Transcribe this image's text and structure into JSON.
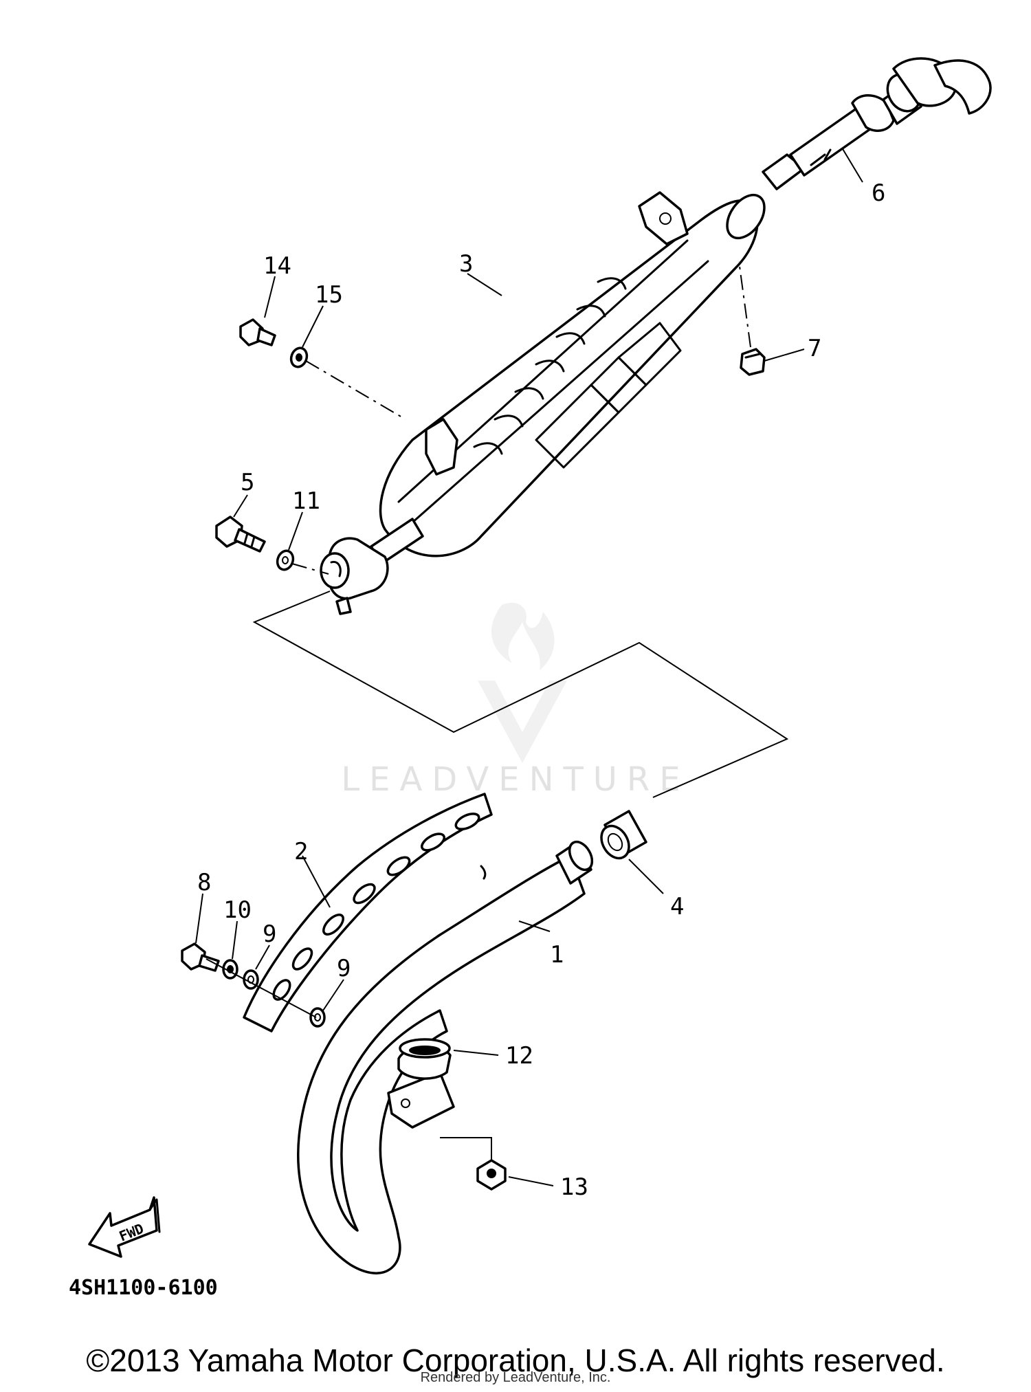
{
  "diagram_code": "4SH1100-6100",
  "fwd_label": "FWD",
  "watermark": "LEADVENTURE",
  "copyright": "©2013 Yamaha Motor Corporation, U.S.A. All rights reserved.",
  "rendered_by": "Rendered by LeadVenture, Inc.",
  "callouts": {
    "c1": "1",
    "c2": "2",
    "c3": "3",
    "c4": "4",
    "c5": "5",
    "c6": "6",
    "c7": "7",
    "c8": "8",
    "c9a": "9",
    "c9b": "9",
    "c10": "10",
    "c11": "11",
    "c12": "12",
    "c13": "13",
    "c14": "14",
    "c15": "15"
  }
}
